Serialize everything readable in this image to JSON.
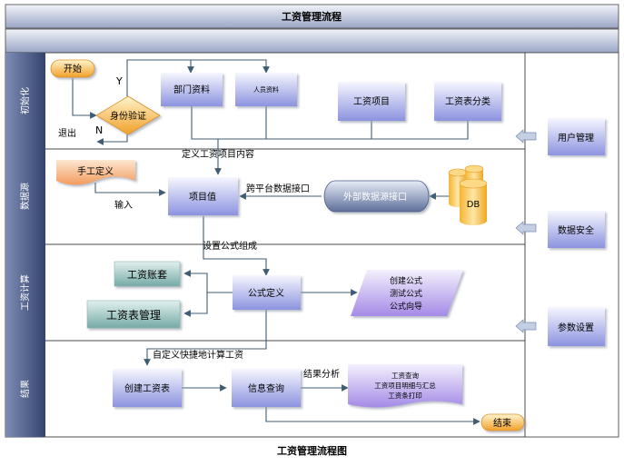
{
  "title": "工资管理流程",
  "caption": "工资管理流程图",
  "lanes": [
    "初始化",
    "数据源",
    "工资计算",
    "结果"
  ],
  "nodes": {
    "start": "开始",
    "id_check": "身份验证",
    "dept_data": "部门资料",
    "staff_data": "人员资料",
    "salary_item": "工资项目",
    "salary_class": "工资表分类",
    "manual_def": "手工定义",
    "item_value": "项目值",
    "ext_interface": "外部数据源接口",
    "db": "DB",
    "salary_account": "工资账套",
    "salary_table_mgmt": "工资表管理",
    "formula_def": "公式定义",
    "formula_ops": [
      "创建公式",
      "测试公式",
      "公式向导"
    ],
    "create_table": "创建工资表",
    "info_query": "信息查询",
    "report_doc": [
      "工资查询",
      "工资项目明细与汇总",
      "工资条打印"
    ],
    "end": "结束"
  },
  "edge_labels": {
    "yes": "Y",
    "no": "N",
    "exit": "退出",
    "define_content": "定义工资项目内容",
    "input": "输入",
    "cross_platform": "跨平台数据接口",
    "set_formula": "设置公式组成",
    "custom_calc": "自定义快捷地计算工资",
    "result_analysis": "结果分析"
  },
  "side_panel": [
    "用户管理",
    "数据安全",
    "参数设置"
  ],
  "colors": {
    "header_top": "#eef1f8",
    "header_bottom": "#9aa7c6",
    "lane_label_top": "#6d7ea8",
    "lane_label_bottom": "#2f3e68",
    "box_top": "#f4f5fd",
    "box_bottom": "#8f95e0",
    "teal_top": "#d7ecea",
    "teal_bottom": "#6fa7a2",
    "orange_top": "#fff1c2",
    "orange_bottom": "#f2a52c",
    "arrow": "#3f5c73",
    "purple": "#a58ee8"
  }
}
